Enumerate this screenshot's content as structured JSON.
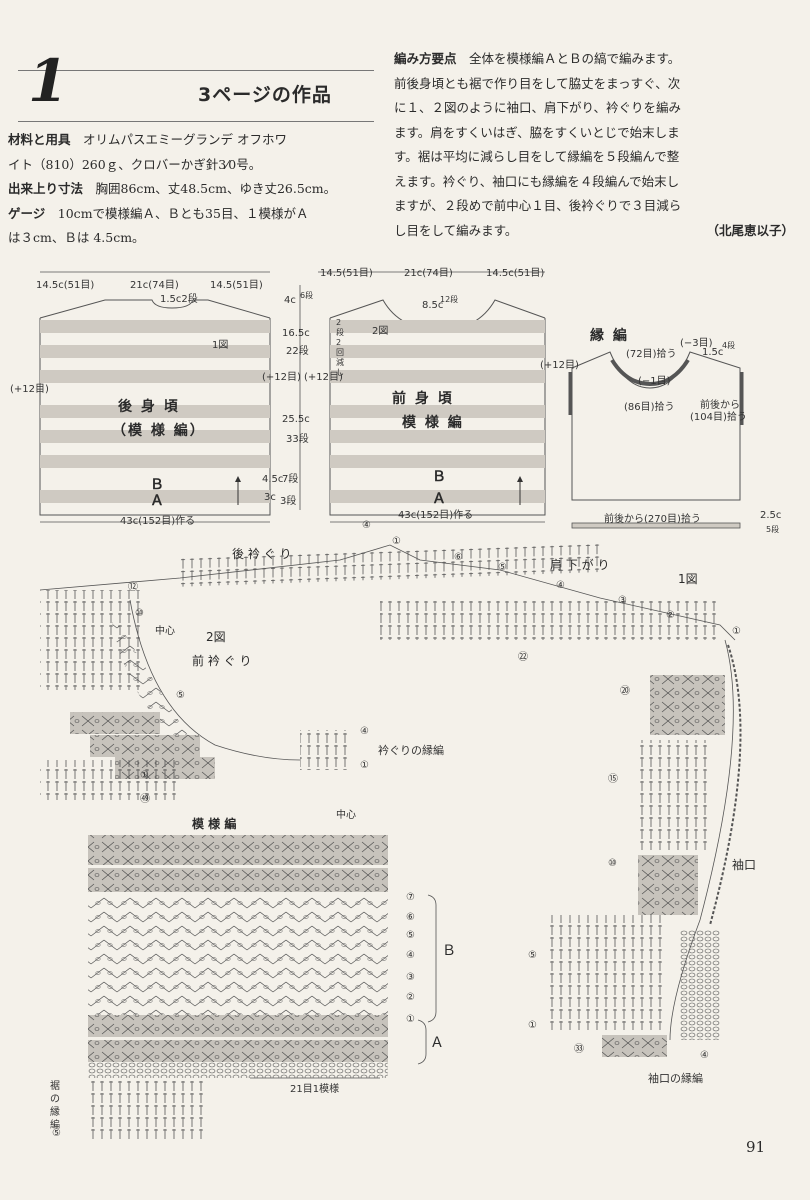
{
  "header": {
    "number": "1",
    "title": "3ページの作品"
  },
  "materials": {
    "label": "材料と用具",
    "line1": "オリムパスエミーグランデ オフホワ",
    "line2": "イト（810）260ｇ、クロバーかぎ針3⁄0号。"
  },
  "size": {
    "label": "出来上り寸法",
    "text": "胸囲86cm、丈48.5cm、ゆき丈26.5cm。"
  },
  "gauge": {
    "label": "ゲージ",
    "line1": "10cmで模様編Ａ、Ｂとも35目、１模様がＡ",
    "line2": "は３cm、Ｂは 4.5cm。"
  },
  "instructions": {
    "label": "編み方要点",
    "line1": "全体を模様編ＡとＢの縞で編みます。",
    "line2": "前後身頃とも裾で作り目をして脇丈をまっすぐ、次",
    "line3": "に１、２図のように袖口、肩下がり、衿ぐりを編み",
    "line4": "ます。肩をすくいはぎ、脇をすくいとじで始末しま",
    "line5": "す。裾は平均に減らし目をして縁編を５段編んで整",
    "line6": "えます。衿ぐり、袖口にも縁編を４段編んで始末し",
    "line7": "ますが、２段めで前中心１目、後衿ぐりで３目減ら",
    "line8": "し目をして編みます。",
    "author": "（北尾恵以子）"
  },
  "back_diagram": {
    "top_left": "14.5c(51目)",
    "top_center": "21c(74目)",
    "top_right": "14.5(51目)",
    "neck": "1.5c2段",
    "fig": "1図",
    "side": "(+12目)",
    "name": "後 身 頃",
    "pattern": "（模 様 編）",
    "b": "Ｂ",
    "a": "Ａ",
    "bottom": "43c(152目)作る"
  },
  "mid_dims": {
    "d1": "4c",
    "d1r": "6段",
    "d2": "16.5c",
    "d2r": "22段",
    "side_left": "(+12目)",
    "side_right": "(+12目)",
    "d3": "25.5c",
    "d3r": "33段",
    "d4": "4.5c",
    "d4r": "7段",
    "d5": "3c",
    "d5r": "3段"
  },
  "front_diagram": {
    "top_left": "14.5(51目)",
    "top_center": "21c(74目)",
    "top_right": "14.5c(51目)",
    "neck": "8.5c",
    "neck_rows": "12段",
    "shoulder": "2段 2回 減し",
    "fig": "2図",
    "name": "前 身 頃",
    "pattern": "模 様 編",
    "b": "Ｂ",
    "a": "Ａ",
    "bottom": "43c(152目)作る"
  },
  "edging_diagram": {
    "title": "縁 編",
    "minus3": "(−3目)",
    "neck72": "(72目)拾う",
    "d15": "1.5c",
    "d15r": "4段",
    "minus1": "(−1目)",
    "plus12": "(+12目)",
    "neck86": "(86目)拾う",
    "arm": "前後から",
    "arm2": "(104目)拾う",
    "hem": "前後から(270目)拾う",
    "hem_h": "2.5c",
    "hem_r": "5段"
  },
  "chart1": {
    "back_neck": "後 衿 ぐ り",
    "shoulder": "肩 下 が り",
    "fig": "1図",
    "fig2": "2図",
    "front_neck": "前 衿 ぐ り",
    "center": "中心",
    "neck_edge": "衿ぐりの縁編",
    "center2": "中心",
    "sleeve": "袖口",
    "sleeve_edge": "袖口の縁編"
  },
  "pattern_chart": {
    "title": "模 様 編",
    "b": "Ｂ",
    "a": "Ａ",
    "repeat": "21目1模様",
    "hem_edge": "裾の縁編"
  },
  "row_numbers": {
    "r7": "⑦",
    "r5": "⑤",
    "r3": "③",
    "r1": "①",
    "r2": "②",
    "r4": "④",
    "r6": "⑥",
    "r10": "⑩",
    "r12": "⑫",
    "r15": "⑮",
    "r19": "⑲",
    "r20": "⑳",
    "r22": "㉒",
    "r33": "㉝",
    "r49": "㊾"
  },
  "page_number": "91",
  "colors": {
    "paper": "#f4f1ea",
    "ink": "#2b2b2b",
    "stripe": "#cfcac2",
    "shade": "#c7c3bc"
  }
}
